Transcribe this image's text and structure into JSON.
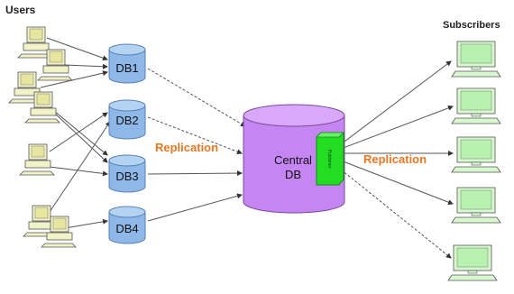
{
  "labels": {
    "users": "Users",
    "subscribers": "Subscribers",
    "central_line1": "Central",
    "central_line2": "DB",
    "publisher": "Publisher",
    "replication_left": "Replication",
    "replication_right": "Replication"
  },
  "databases": [
    {
      "label": "DB1"
    },
    {
      "label": "DB2"
    },
    {
      "label": "DB3"
    },
    {
      "label": "DB4"
    }
  ],
  "colors": {
    "db_fill": "#8db8e8",
    "central_fill": "#c585f2",
    "publisher_fill": "#22dd22",
    "replication_text": "#e87722",
    "monitor_screen": "#b8f0b0",
    "computer_body": "#f2f2c8",
    "arrow": "#444444"
  }
}
